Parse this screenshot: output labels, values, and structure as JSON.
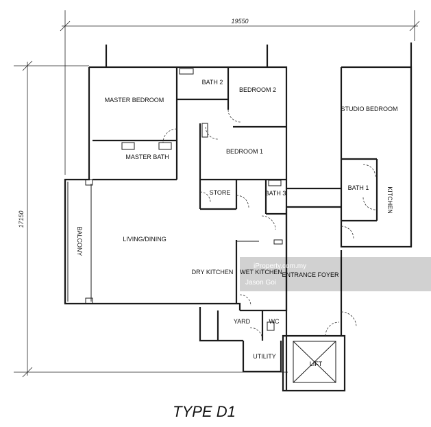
{
  "plan": {
    "title": "TYPE D1",
    "dimensions": {
      "width": "19550",
      "depth": "17150"
    },
    "rooms": {
      "master_bedroom": "MASTER BEDROOM",
      "master_bath": "MASTER BATH",
      "bath2": "BATH 2",
      "bedroom2": "BEDROOM 2",
      "bedroom1": "BEDROOM 1",
      "store": "STORE",
      "bath3": "BATH 3",
      "balcony": "BALCONY",
      "living_dining": "LIVING/DINING",
      "dry_kitchen": "DRY KITCHEN",
      "wet_kitchen": "WET KITCHEN",
      "entrance_foyer": "ENTRANCE FOYER",
      "yard": "YARD",
      "wc": "WC",
      "utility": "UTILITY",
      "lift": "LIFT",
      "studio_bedroom": "STUDIO BEDROOM",
      "bath1": "BATH 1",
      "kitchen": "KITCHEN"
    }
  },
  "watermark": {
    "site": "iProperty.com.my",
    "agent": "Jason Goi"
  }
}
